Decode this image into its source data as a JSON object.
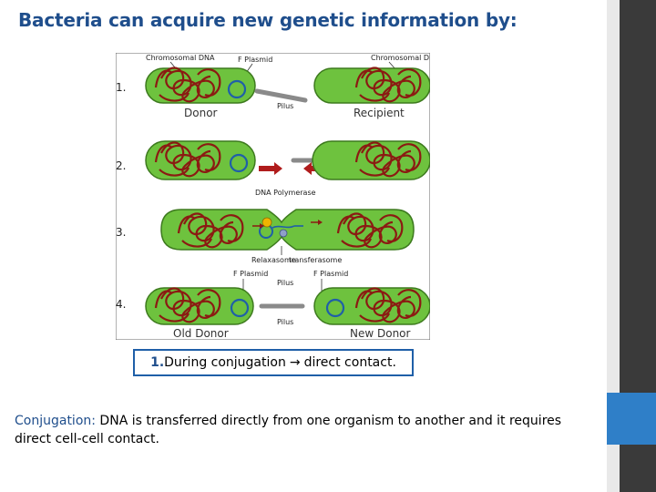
{
  "slide": {
    "title": "Bacteria can acquire new genetic information by:",
    "caption_number": "1.",
    "caption_text": "During conjugation",
    "caption_arrow": "→",
    "caption_rest": "direct contact.",
    "body_term": "Conjugation:",
    "body_text": " DNA is transferred directly from one organism to another and it requires direct cell-cell contact."
  },
  "diagram": {
    "label_chromosomal_left": "Chromosomal DNA",
    "label_chromosomal_right": "Chromosomal DN",
    "label_f_plasmid_top": "F Plasmid",
    "label_pilus_1": "Pilus",
    "label_donor": "Donor",
    "label_recipient": "Recipient",
    "label_dna_polymerase": "DNA Polymerase",
    "label_relaxasome": "Relaxasome",
    "label_transferasome": "transferasome",
    "label_f_plasmid_left4": "F Plasmid",
    "label_f_plasmid_right4": "F Plasmid",
    "label_pilus_4": "Pilus",
    "label_pilus_4b": "Pilus",
    "label_old_donor": "Old Donor",
    "label_new_donor": "New Donor",
    "step_1": "1.",
    "step_2": "2.",
    "step_3": "3.",
    "step_4": "4.",
    "colors": {
      "cell_fill": "#6ec23e",
      "cell_stroke": "#3d7a1e",
      "dna": "#8b1a12",
      "plasmid": "#1f5fa8",
      "pilus": "#8a8a8a",
      "arrow": "#b01c1c"
    }
  }
}
